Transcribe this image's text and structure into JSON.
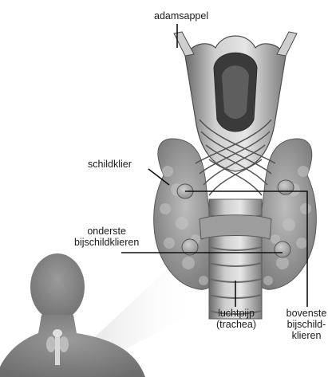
{
  "labels": {
    "adamsappel": "adamsappel",
    "schildklier": "schildklier",
    "onderste_line1": "onderste",
    "onderste_line2": "bijschildklieren",
    "luchtpijp_line1": "luchtpijp",
    "luchtpijp_line2": "(trachea)",
    "bovenste_line1": "bovenste",
    "bovenste_line2": "bijschild-",
    "bovenste_line3": "klieren"
  },
  "colors": {
    "background": "#ffffff",
    "tissue_light": "#d9d9d9",
    "tissue_mid": "#a8a8a8",
    "tissue_dark": "#6e6e6e",
    "line": "#111111"
  }
}
